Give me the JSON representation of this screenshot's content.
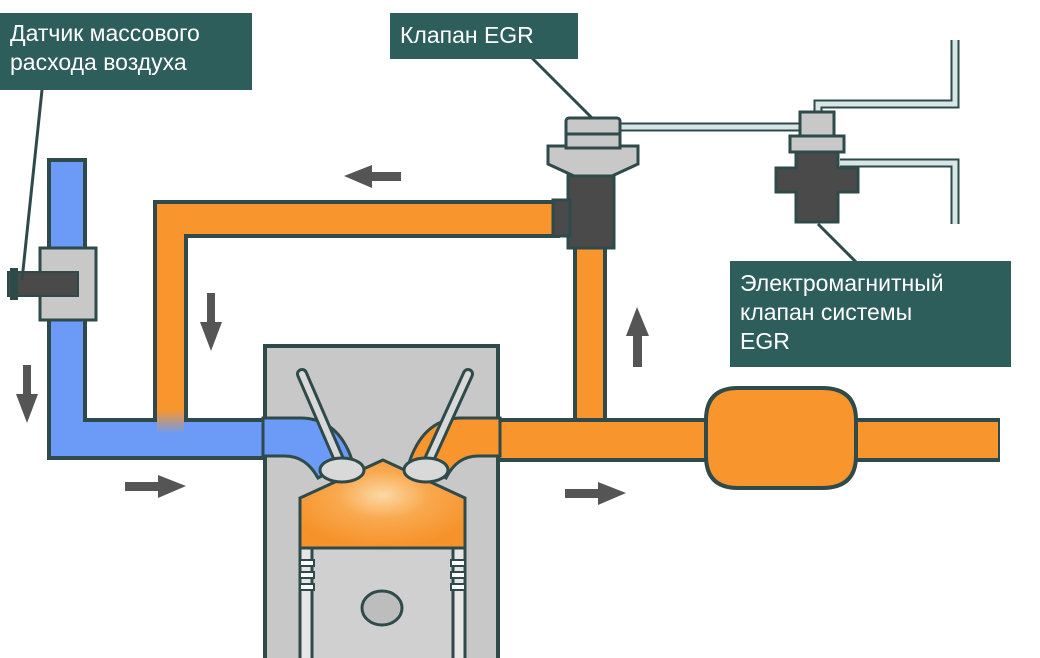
{
  "labels": {
    "maf_sensor": "Датчик массового\nрасхода воздуха",
    "egr_valve": "Клапан EGR",
    "solenoid_valve": "Электромагнитный\nклапан системы\nEGR"
  },
  "colors": {
    "intake_air": "#6b9bf6",
    "exhaust_gas": "#f8952c",
    "engine_body": "#c8c8c8",
    "component_dark": "#4a4a4a",
    "callout_bg": "#2e5e5c",
    "vacuum_line": "#d7e6e6",
    "flow_arrow": "#555555"
  },
  "icons": [
    "arrow-down-icon",
    "arrow-right-icon",
    "arrow-left-icon",
    "arrow-up-icon"
  ]
}
